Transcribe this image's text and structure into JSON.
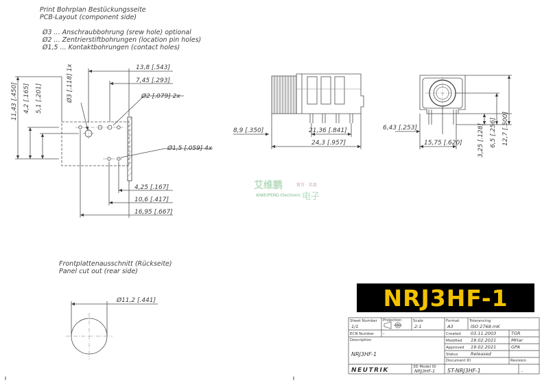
{
  "pcb_layout": {
    "title_de": "Print Bohrplan Bestückungsseite",
    "title_en": "PCB-Layout (component side)",
    "legend": [
      "Ø3   ... Anschraubbohrung (srew hole) optional",
      "Ø2   ... Zentrierstiftbohrungen (location pin holes)",
      "Ø1,5 ... Kontaktbohrungen (contact holes)"
    ]
  },
  "panel_cutout": {
    "title_de": "Frontplattenausschnitt (Rückseite)",
    "title_en": "Panel cut out (rear side)",
    "diameter": "Ø11,2 [.441]"
  },
  "dimensions": {
    "top_13_8": "13,8 [.543]",
    "top_7_45": "7,45 [.293]",
    "hole_d3": "Ø3 [.118] 1x",
    "hole_d2": "Ø2 [.079] 2x",
    "hole_d1_5": "Ø1,5 [.059] 4x",
    "left_11_43": "11,43 [.450]",
    "left_4_2": "4,2 [.165]",
    "left_5_1": "5,1 [.201]",
    "bottom_4_25": "4,25 [.167]",
    "bottom_10_6": "10,6 [.417]",
    "bottom_16_95": "16,95 [.667]",
    "side_8_9": "8,9 [.350]",
    "side_21_36": "21,36 [.841]",
    "side_24_3": "24,3 [.957]",
    "front_6_43": "6,43 [.253]",
    "front_15_75": "15,75 [.620]",
    "front_3_25": "3,25 [.128]",
    "front_6_5": "6,5 [.256]",
    "front_12_7": "12,7 [.500]"
  },
  "part_number": "NRJ3HF-1",
  "watermark": {
    "line1": "艾维鹏",
    "slogan": "官方 · 正品",
    "line2": "AIWEIPENG Electronic",
    "line3": "电子"
  },
  "title_block": {
    "sheet_label": "Sheet Number",
    "sheet_value": "1/1",
    "projection_label": "Projection",
    "scale_label": "Scale",
    "scale_value": "2:1",
    "format_label": "Format",
    "format_value": "A3",
    "tolerancing_label": "Tolerancing",
    "tolerancing_value": "ISO 2768-mK",
    "ecn_label": "ECN Number",
    "ecn_value": "-",
    "created_label": "Created",
    "created_date": "03.11.2003",
    "created_by": "TGR",
    "modified_label": "Modified",
    "modified_date": "19.02.2021",
    "modified_by": "MHar",
    "approved_label": "Approved",
    "approved_date": "19.02.2021",
    "approved_by": "GPA",
    "status_label": "Status",
    "status_value": "Released",
    "description_label": "Description",
    "description_value": "NRJ3HF-1",
    "brand": "NEUTRIK",
    "model_label": "3D Model ID",
    "model_value": "NRJ3HF-1",
    "document_label": "Document ID",
    "document_value": "ST-NRJ3HF-1",
    "revision_label": "Revision",
    "revision_value": "-"
  }
}
